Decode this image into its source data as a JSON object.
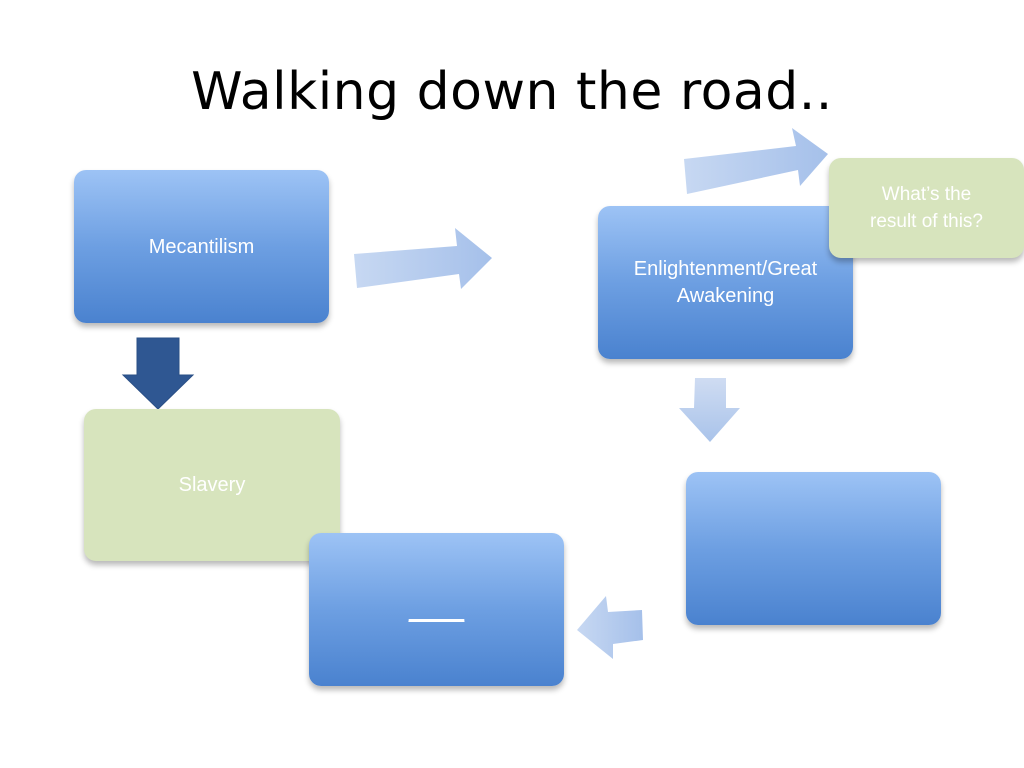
{
  "title": "Walking down the road..",
  "nodes": {
    "mercantilism": "Mecantilism",
    "enlightenment_line1": "Enlightenment/Great",
    "enlightenment_line2": "Awakening",
    "callout_line1": "What’s the",
    "callout_line2": "result of this?",
    "slavery": "Slavery",
    "blank_right": "",
    "blank_bottom": "_____"
  },
  "colors": {
    "blue_box_top": "#9dc3f5",
    "blue_box_bottom": "#4a82cf",
    "green_box": "#d7e4bd",
    "light_arrow": "#b7cdee",
    "dark_arrow": "#2f5792"
  }
}
